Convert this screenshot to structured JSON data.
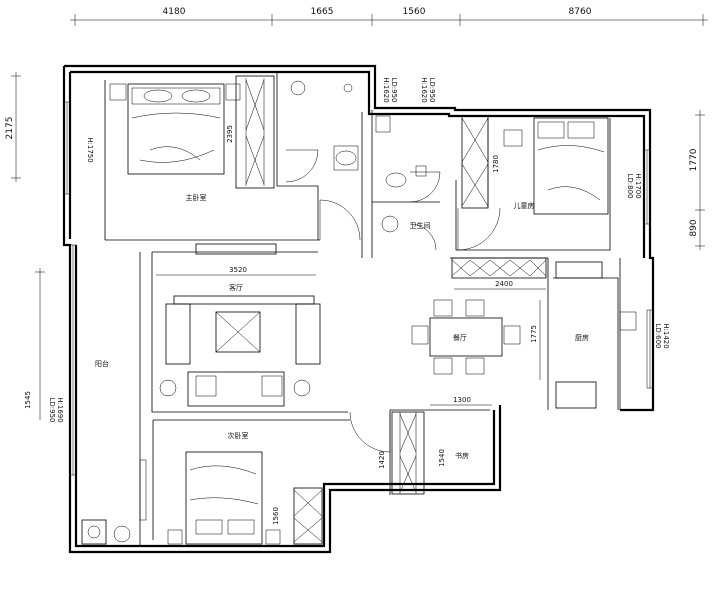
{
  "dimensions": {
    "top": [
      "4180",
      "1665",
      "1560",
      "8760"
    ],
    "left": [
      "2175"
    ],
    "right": [
      "1770",
      "890"
    ],
    "interior": [
      "2395",
      "3520",
      "2400",
      "1780",
      "1775",
      "1300",
      "1420",
      "1540",
      "1560"
    ],
    "left_partial": "1545"
  },
  "rooms": {
    "master_bedroom": "主卧室",
    "kids_room": "儿童房",
    "bath": "卫生间",
    "living_room": "客厅",
    "dining_room": "餐厅",
    "balcony": "阳台",
    "second_bedroom": "次卧室",
    "study": "书房",
    "kitchen": "厨房"
  },
  "window_tags": {
    "w_left_master": "H:1750",
    "w_top_bath_a": "H:1620",
    "w_top_bath_b": "LD:950",
    "w_top_bath_c": "H:1620",
    "w_top_bath_d": "LD:950",
    "w_right_kids_a": "LD:800",
    "w_right_kids_b": "H:1700",
    "w_left_balcony_a": "LD:950",
    "w_left_balcony_b": "H:1690",
    "w_right_kitchen_a": "LD:600",
    "w_right_kitchen_b": "H:1420"
  }
}
